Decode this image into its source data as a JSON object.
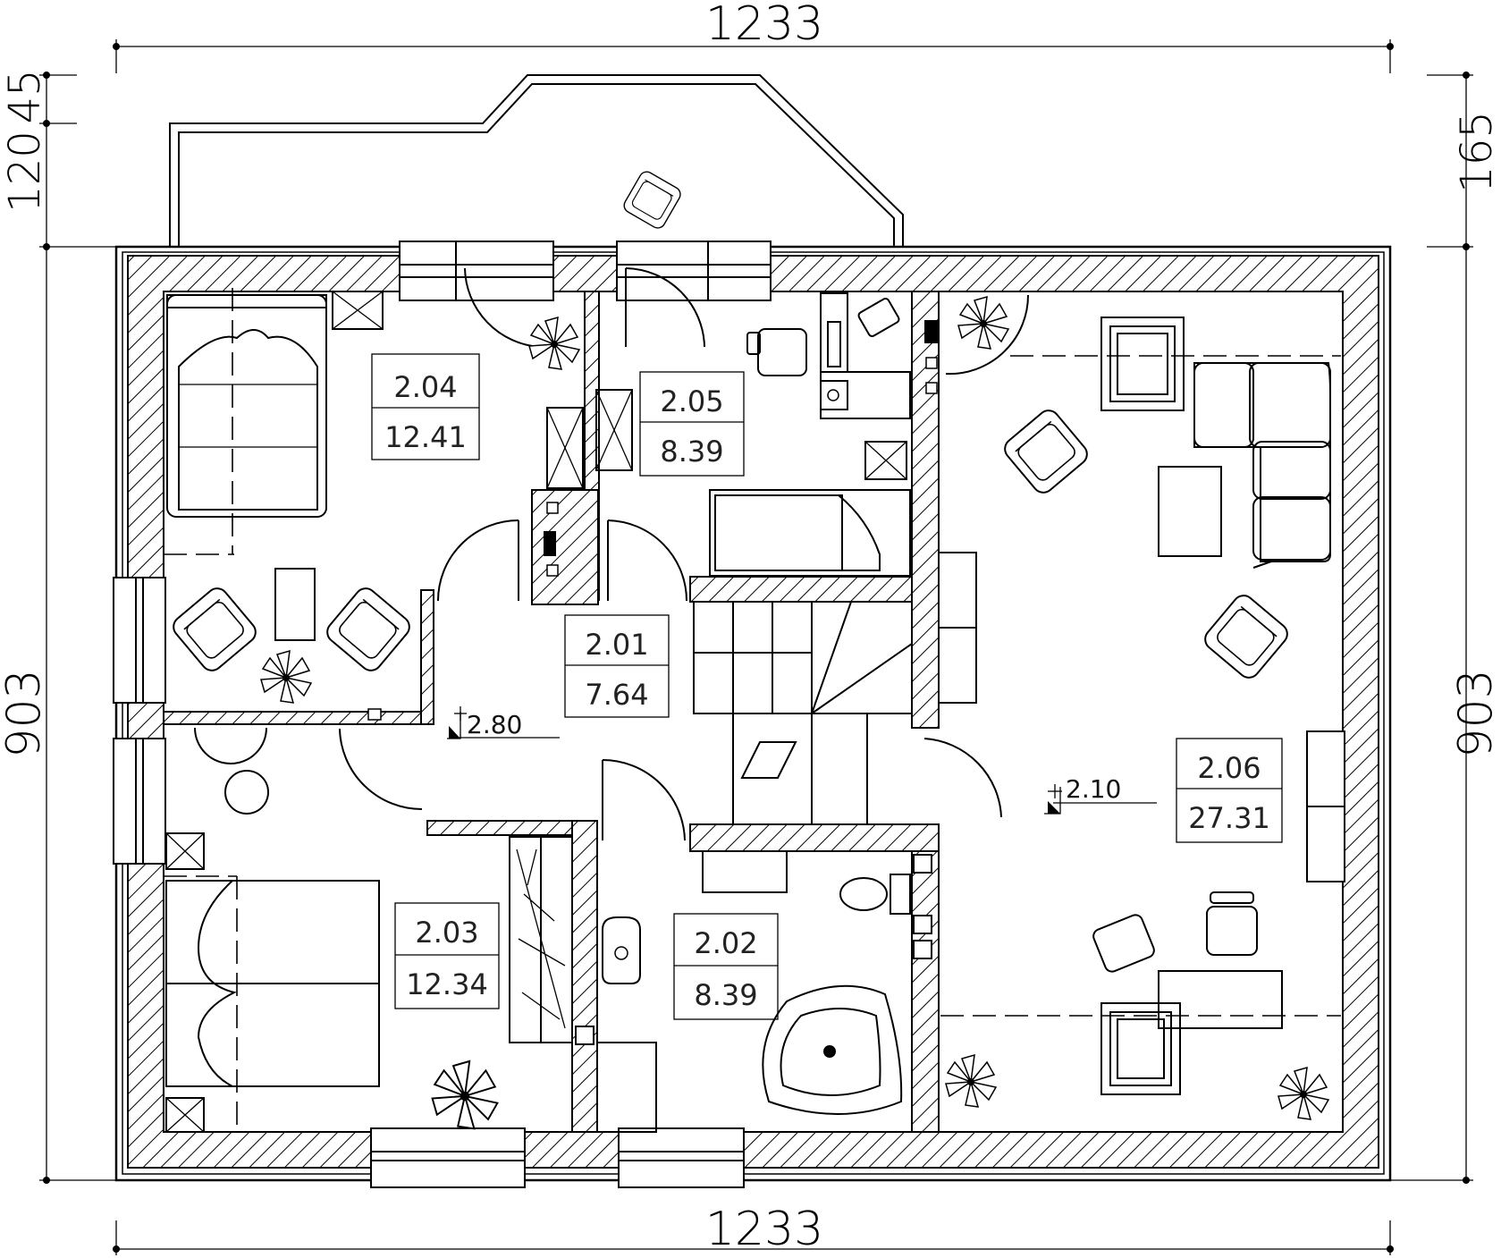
{
  "dimensions": {
    "top_width": "1233",
    "bottom_width": "1233",
    "left_height": "903",
    "right_height": "903",
    "left_upper_a": "120",
    "left_upper_b": "45",
    "right_upper": "165"
  },
  "rooms": [
    {
      "id": "2.04",
      "area": "12.41"
    },
    {
      "id": "2.05",
      "area": "8.39"
    },
    {
      "id": "2.01",
      "area": "7.64"
    },
    {
      "id": "2.03",
      "area": "12.34"
    },
    {
      "id": "2.02",
      "area": "8.39"
    },
    {
      "id": "2.06",
      "area": "27.31"
    }
  ],
  "levels": [
    {
      "label": "2.80"
    },
    {
      "label": "2.10"
    }
  ],
  "colors": {
    "line": "#000000",
    "background": "#ffffff"
  }
}
